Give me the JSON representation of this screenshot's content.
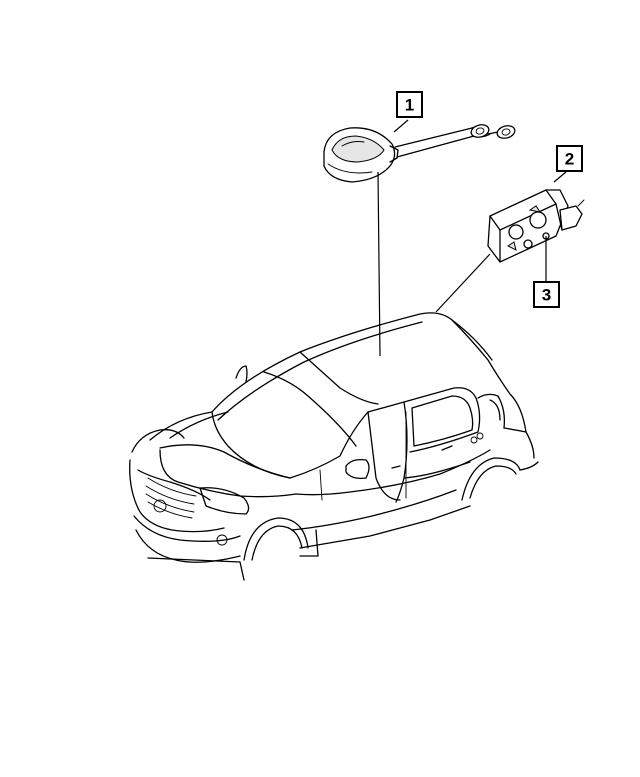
{
  "callouts": [
    {
      "id": "1",
      "label": "1"
    },
    {
      "id": "2",
      "label": "2"
    },
    {
      "id": "3",
      "label": "3"
    }
  ],
  "parts": [
    {
      "callout": "1",
      "icon": "antenna-module-icon"
    },
    {
      "callout": "2",
      "icon": "bracket-icon"
    },
    {
      "callout": "3",
      "icon": "bracket-bolt-icon"
    }
  ],
  "vehicle": {
    "icon": "vehicle-body-icon"
  }
}
